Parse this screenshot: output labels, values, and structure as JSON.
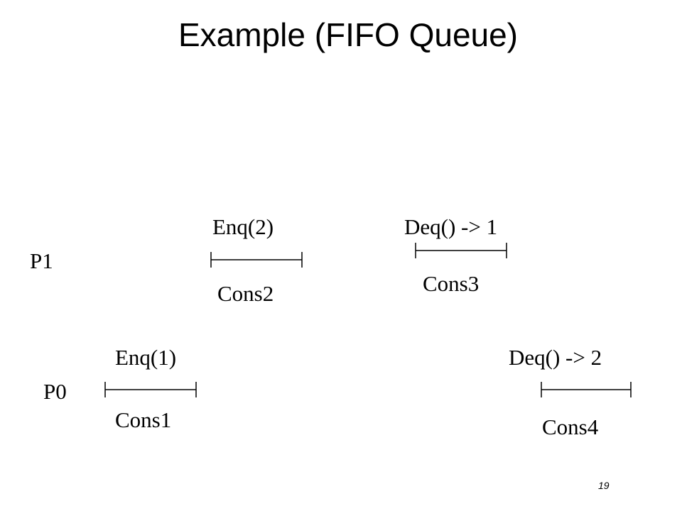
{
  "slide": {
    "title": "Example (FIFO Queue)",
    "page_number": "19"
  },
  "processes": {
    "p1": "P1",
    "p0": "P0"
  },
  "operations": [
    {
      "process": "P1",
      "op": "Enq(2)",
      "constraint": "Cons2"
    },
    {
      "process": "P1",
      "op": "Deq() -> 1",
      "constraint": "Cons3"
    },
    {
      "process": "P0",
      "op": "Enq(1)",
      "constraint": "Cons1"
    },
    {
      "process": "P0",
      "op": "Deq() -> 2",
      "constraint": "Cons4"
    }
  ]
}
